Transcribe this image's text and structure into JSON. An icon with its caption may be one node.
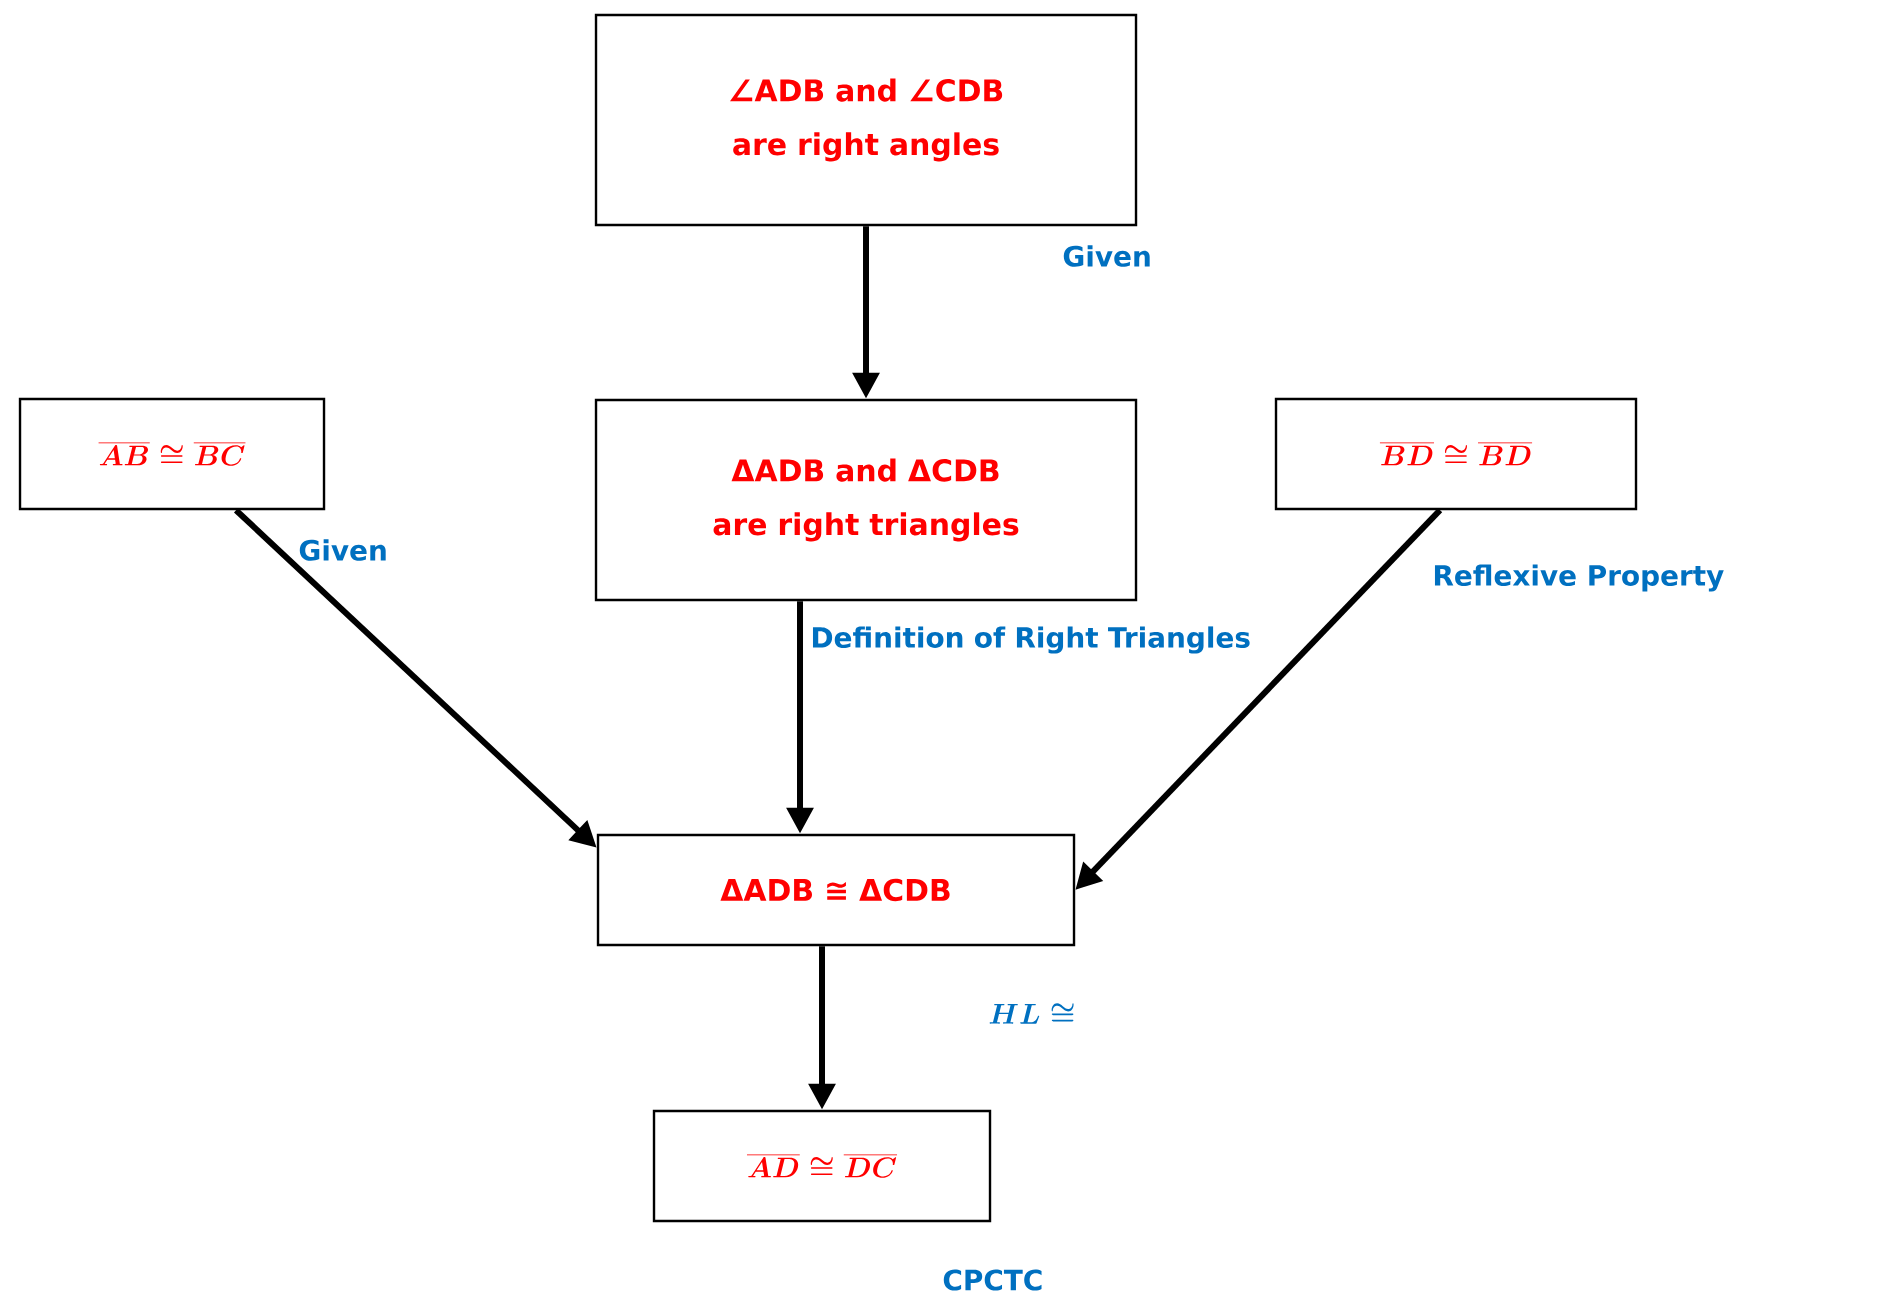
{
  "diagram": {
    "nodes": [
      {
        "text": [
          "∠ADB and ∠CDB are right angles"
        ],
        "beside": [
          "Given"
        ]
      },
      {
        "text": [
          "\\overline{AB} \\cong \\overline{BC}"
        ],
        "beside": [
          "Given"
        ]
      },
      {
        "text": [
          "ΔADB and ΔCDB are right triangles"
        ],
        "beside": [
          "Definition of Right Triangles"
        ]
      },
      {
        "text": [
          "\\overline{BD} \\cong \\overline{BD}"
        ],
        "beside": [
          "Reflexive Property"
        ]
      },
      {
        "text": [
          "ΔADB ≅ ΔCDB"
        ],
        "beside": [
          "HL \\cong"
        ]
      },
      {
        "text": [
          "\\overline{AD} \\cong \\overline{DC}"
        ],
        "beside": [
          "CPCTC"
        ]
      }
    ],
    "edges": [
      {
        "from": 0,
        "to": 2,
        "arrow": "to"
      },
      {
        "from": 1,
        "to": 4,
        "arrow": "to"
      },
      {
        "from": 2,
        "to": 4,
        "arrow": "to"
      },
      {
        "from": 3,
        "to": 4,
        "arrow": "to"
      },
      {
        "from": 4,
        "to": 5,
        "arrow": "to"
      }
    ]
  }
}
